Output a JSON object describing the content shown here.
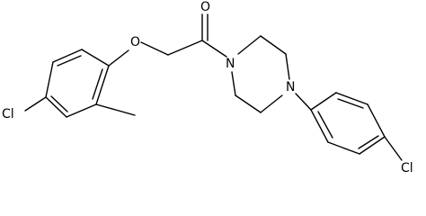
{
  "molecule": {
    "atom_labels": {
      "ether_oxygen": "O",
      "carbonyl_oxygen": "O",
      "piperazine_nitrogen_amide": "N",
      "piperazine_nitrogen_aryl": "N",
      "chlorine_left": "Cl",
      "chlorine_right": "Cl"
    },
    "colors": {
      "bond": "#000000",
      "label": "#000000",
      "background": "#ffffff"
    }
  }
}
